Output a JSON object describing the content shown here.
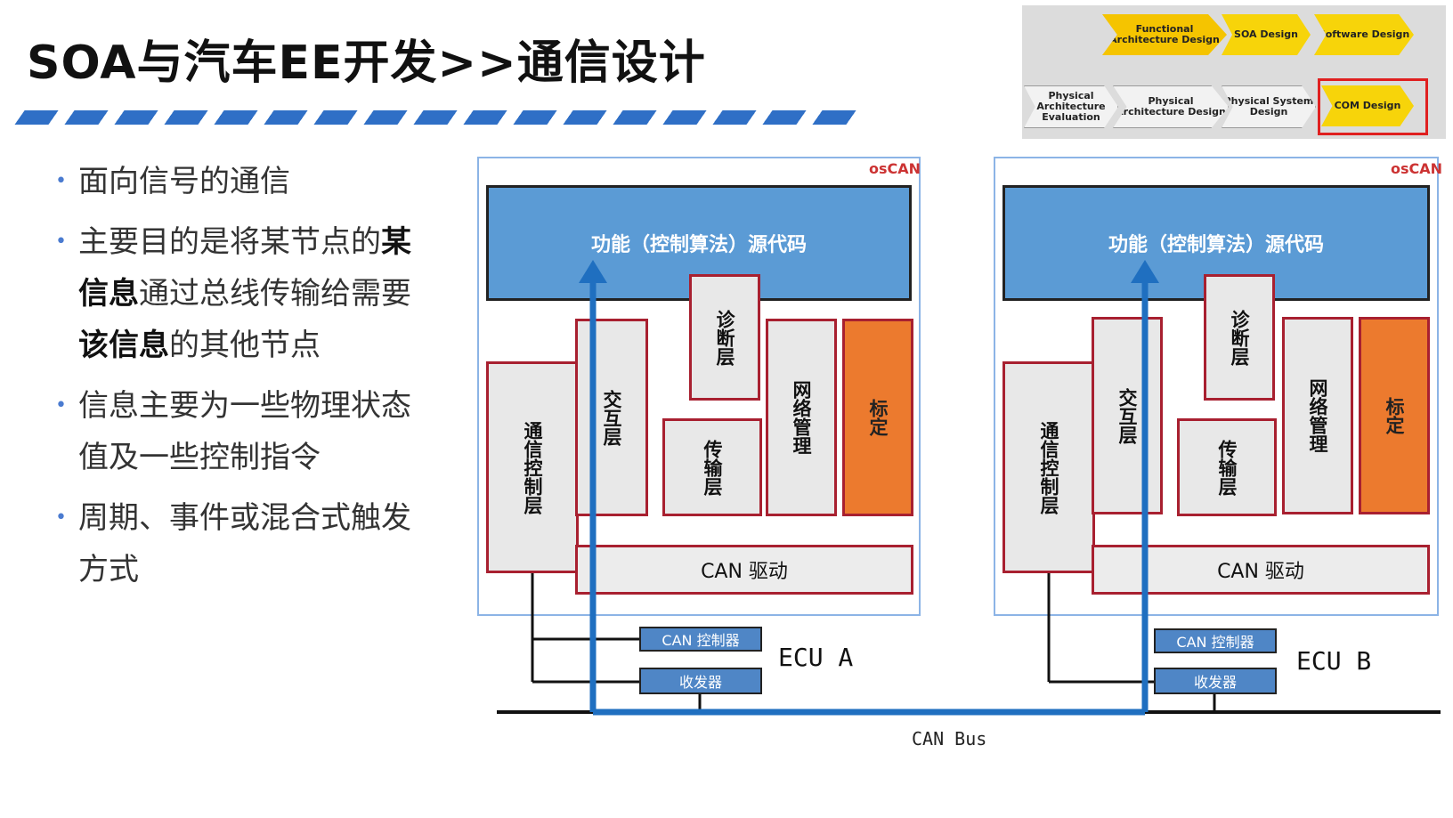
{
  "title": "SOA与汽车EE开发>>通信设计",
  "bullets": [
    {
      "pre": "面向信号的通信",
      "parts": []
    },
    {
      "pre": "主要目的是将某节点的",
      "bold1": "某信息",
      "mid": "通过总线传输给需要",
      "bold2": "该信息",
      "post": "的其他节点"
    },
    {
      "pre": "信息主要为一些物理状态值及一些控制指令"
    },
    {
      "pre": "周期、事件或混合式触发方式"
    }
  ],
  "process": {
    "top": [
      "Functional Architecture Design",
      "SOA Design",
      "Software Design"
    ],
    "bottom": [
      "Physical Architecture Evaluation",
      "Physical Architecture Design",
      "Physical System Design",
      "COM Design"
    ]
  },
  "ecu_a": {
    "logo": "osCAN",
    "func": "功能（控制算法）源代码",
    "layers": [
      "通信控制层",
      "交互层",
      "诊断层",
      "传输层",
      "网络管理",
      "标定"
    ],
    "driver": "CAN 驱动",
    "controller": "CAN 控制器",
    "transceiver": "收发器",
    "label": "ECU A"
  },
  "ecu_b": {
    "logo": "osCAN",
    "func": "功能（控制算法）源代码",
    "layers": [
      "通信控制层",
      "交互层",
      "诊断层",
      "传输层",
      "网络管理",
      "标定"
    ],
    "driver": "CAN 驱动",
    "controller": "CAN 控制器",
    "transceiver": "收发器",
    "label": "ECU B"
  },
  "bus_label": "CAN Bus",
  "colors": {
    "accent": "#2f6fc6",
    "func_blue": "#5b9bd5",
    "layer_border": "#a82030",
    "calibration": "#ec7a2e",
    "arrow": "#1f6fc0"
  }
}
